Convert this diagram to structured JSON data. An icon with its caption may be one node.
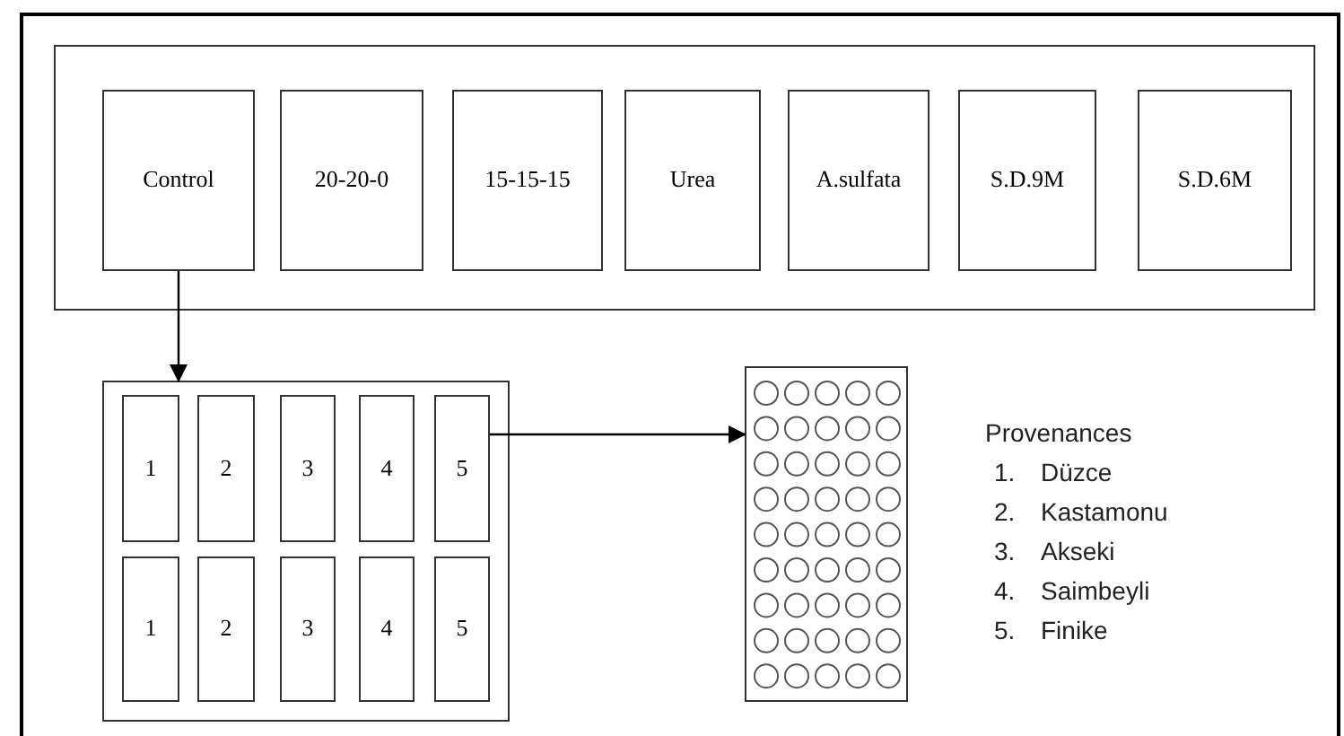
{
  "diagram": {
    "nodes": [
      {
        "text": [],
        "shape": "box"
      },
      {
        "text": [
          "Control"
        ],
        "in": 0
      },
      {
        "text": [
          "20-20-0"
        ],
        "in": 0
      },
      {
        "text": [
          "15-15-15"
        ],
        "in": 0
      },
      {
        "text": [
          "Urea"
        ],
        "in": 0
      },
      {
        "text": [
          "A.sulfata"
        ],
        "in": 0
      },
      {
        "text": [
          "S.D.9M"
        ],
        "in": 0
      },
      {
        "text": [
          "S.D.6M"
        ],
        "in": 0
      },
      {
        "text": [],
        "shape": "box"
      },
      {
        "text": [
          "1"
        ],
        "in": 8
      },
      {
        "text": [
          "2"
        ],
        "in": 8
      },
      {
        "text": [
          "3"
        ],
        "in": 8
      },
      {
        "text": [
          "4"
        ],
        "in": 8
      },
      {
        "text": [
          "5"
        ],
        "in": 8
      },
      {
        "text": [
          "1"
        ],
        "in": 8
      },
      {
        "text": [
          "2"
        ],
        "in": 8
      },
      {
        "text": [
          "3"
        ],
        "in": 8
      },
      {
        "text": [
          "4"
        ],
        "in": 8
      },
      {
        "text": [
          "5"
        ],
        "in": 8
      },
      {
        "text": [],
        "shape": "box"
      }
    ],
    "edges": [
      {
        "from": 1,
        "to": 8,
        "arrow": "to"
      },
      {
        "from": 13,
        "to": 19,
        "arrow": "to"
      }
    ],
    "labels": [
      "Provenances",
      "1.",
      "Düzce",
      "2.",
      "Kastamonu",
      "3.",
      "Akseki",
      "4.",
      "Saimbeyli",
      "5.",
      "Finike"
    ]
  }
}
